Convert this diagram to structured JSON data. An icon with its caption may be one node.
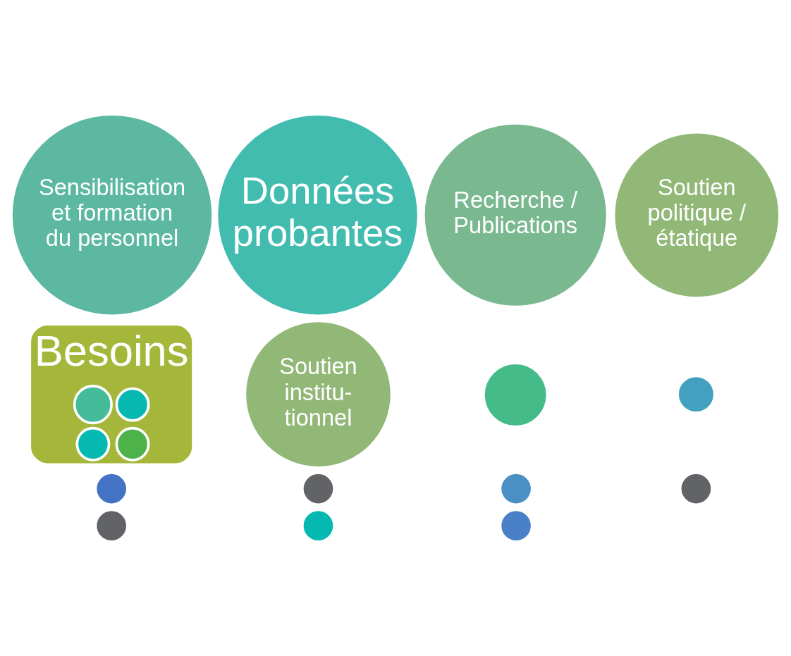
{
  "diagram": {
    "nodes": [
      {
        "text": [
          "Soutien institu- tionnel"
        ]
      },
      {
        "text": [],
        "shape": "circle"
      },
      {
        "text": [
          "Besoins"
        ]
      },
      {
        "text": [],
        "shape": "circle",
        "in": 2
      },
      {
        "text": [],
        "shape": "circle",
        "in": 2
      },
      {
        "text": [
          "Sensibilisation et formation du personnel"
        ]
      },
      {
        "text": [
          "Données probantes"
        ]
      },
      {
        "text": [],
        "shape": "circle"
      },
      {
        "text": [],
        "shape": "circle"
      },
      {
        "text": [],
        "shape": "circle",
        "in": 2
      },
      {
        "text": [],
        "shape": "circle"
      },
      {
        "text": [],
        "shape": "circle"
      },
      {
        "text": [
          "Soutien politique / étatique"
        ]
      },
      {
        "text": [],
        "shape": "circle",
        "in": 2
      },
      {
        "text": [],
        "shape": "circle"
      },
      {
        "text": [],
        "shape": "circle"
      },
      {
        "text": [],
        "shape": "circle"
      },
      {
        "text": [
          "Recherche / Publications"
        ]
      },
      {
        "text": [],
        "shape": "circle"
      }
    ],
    "edges": []
  }
}
